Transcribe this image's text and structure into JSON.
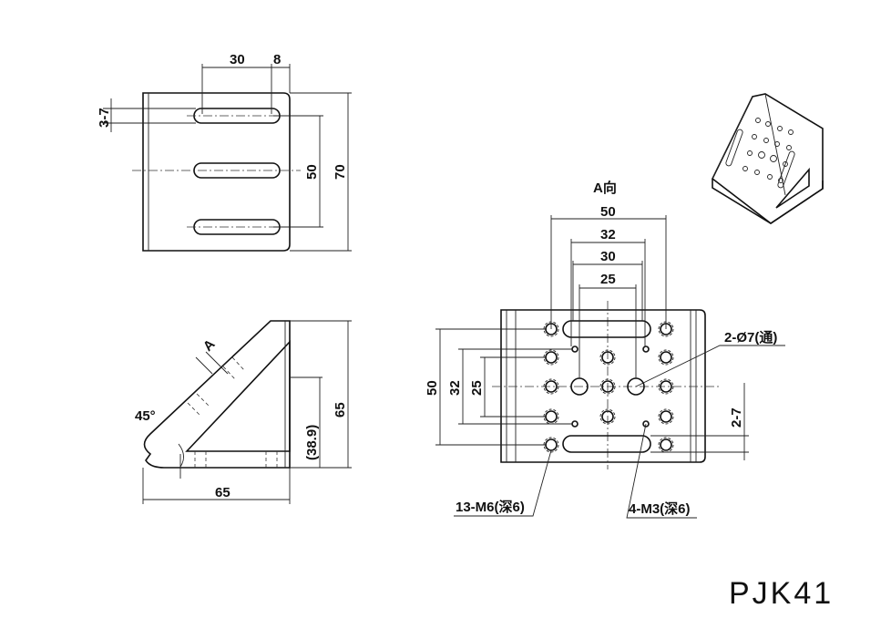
{
  "model_code": "PJK41",
  "view_label": "A向",
  "view_marker": "A",
  "top_view": {
    "dim_slot_spacing": "30",
    "dim_slot_end": "8",
    "dim_slot_width": "3-7",
    "dim_slot_pitch": "50",
    "dim_height": "70"
  },
  "side_view": {
    "dim_angle": "45°",
    "dim_width": "65",
    "dim_height": "65",
    "dim_inner": "(38.9)"
  },
  "face_view": {
    "dim_w50": "50",
    "dim_w32": "32",
    "dim_w30": "30",
    "dim_w25": "25",
    "dim_h50": "50",
    "dim_h32": "32",
    "dim_h25": "25",
    "dim_slot": "2-7",
    "note_through_holes": "2-Ø7(通)",
    "note_m6": "13-M6(深6)",
    "note_m3": "4-M3(深6)"
  }
}
